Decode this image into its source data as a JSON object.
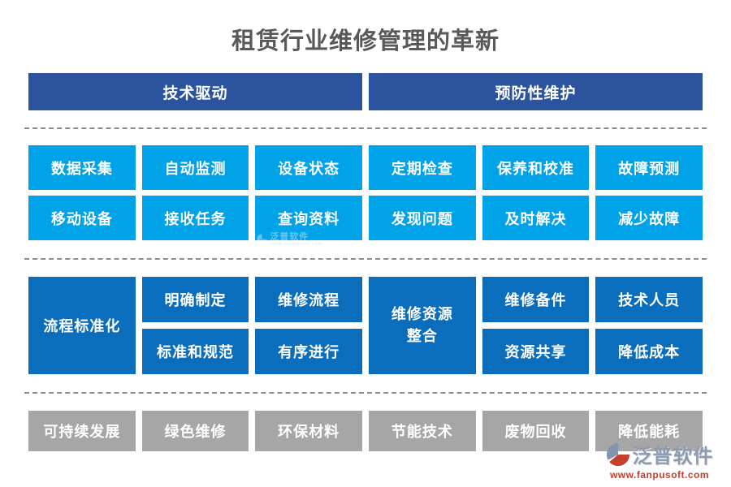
{
  "title": "租赁行业维修管理的革新",
  "headers": [
    "技术驱动",
    "预防性维护"
  ],
  "row1": [
    "数据采集",
    "自动监测",
    "设备状态",
    "定期检查",
    "保养和校准",
    "故障预测"
  ],
  "row2": [
    "移动设备",
    "接收任务",
    "查询资料",
    "发现问题",
    "及时解决",
    "减少故障"
  ],
  "middle": {
    "left_tall": "流程标准化",
    "left_top": [
      "明确制定",
      "维修流程"
    ],
    "left_bottom": [
      "标准和规范",
      "有序进行"
    ],
    "right_tall": "维修资源整合",
    "right_top": [
      "维修备件",
      "技术人员"
    ],
    "right_bottom": [
      "资源共享",
      "降低成本"
    ]
  },
  "gray_row": [
    "可持续发展",
    "绿色维修",
    "环保材料",
    "节能技术",
    "废物回收",
    "降低能耗"
  ],
  "watermark": {
    "brand": "泛普软件",
    "url": "www.fanpusoft.com"
  },
  "colors": {
    "header_blue": "#2C549E",
    "light_blue": "#00A2E8",
    "mid_blue": "#0A6EBD",
    "gray_box": "#A6A6A6",
    "title_text": "#595959",
    "divider_gray": "#8C8C8C",
    "logo_red": "#C6402E",
    "logo_gray": "#8E9AAE"
  }
}
